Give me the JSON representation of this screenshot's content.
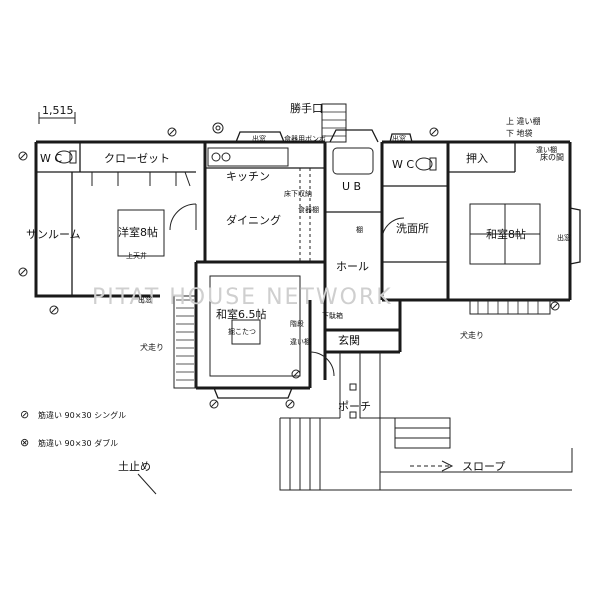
{
  "dimension": "1,515",
  "watermark": "PITAT HOUSE NETWORK",
  "rooms": {
    "katteguchi": "勝手口",
    "wc_left": "W C",
    "closet": "クローゼット",
    "kitchen": "キッチン",
    "ub": "U B",
    "wc_right": "W C",
    "oshiire": "押入",
    "tokonoma": "床の間",
    "sunroom": "サンルーム",
    "youshitsu": "洋室8帖",
    "dining": "ダイニング",
    "senmenjo": "洗面所",
    "washitsu_right": "和室8帖",
    "hall": "ホール",
    "washitsu_center": "和室6.5帖",
    "genkan": "玄関",
    "porch": "ポーチ",
    "slope": "スロープ"
  },
  "notes": {
    "demado_left": "出窓",
    "demado_top": "出窓",
    "demado_top_right": "出窓",
    "demado_right": "出窓",
    "dish_cabinet": "食器用ボンボ",
    "yukashita": "床下収納",
    "shokki": "食器棚",
    "tana": "棚",
    "tenjou": "上天井",
    "horikotatsu": "掘こたつ",
    "getabako": "下駄箱",
    "kaidan": "階段",
    "chigaidana_right": "違い棚",
    "chigaidana_center": "違い棚",
    "ue_chigaidana": "上 違い棚",
    "shita_jibukuro": "下 地袋",
    "inubashiri_left": "犬走り",
    "inubashiri_right": "犬走り",
    "tsuchidome": "土止め"
  },
  "legend": [
    {
      "symbol": "⊘",
      "text": "筋違い 90×30 シングル"
    },
    {
      "symbol": "⊗",
      "text": "筋違い 90×30 ダブル"
    }
  ]
}
